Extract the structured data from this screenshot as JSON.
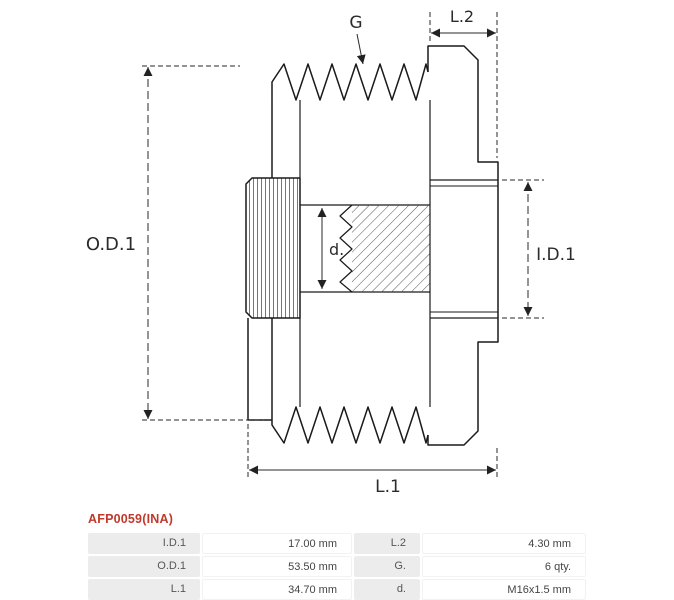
{
  "part": {
    "number": "AFP0059(INA)"
  },
  "drawing": {
    "labels": {
      "g": "G",
      "l2": "L.2",
      "od1": "O.D.1",
      "id1": "I.D.1",
      "d": "d.",
      "l1": "L.1"
    }
  },
  "table": {
    "rows": [
      {
        "label1": "I.D.1",
        "value1": "17.00 mm",
        "label2": "L.2",
        "value2": "4.30 mm"
      },
      {
        "label1": "O.D.1",
        "value1": "53.50 mm",
        "label2": "G.",
        "value2": "6 qty."
      },
      {
        "label1": "L.1",
        "value1": "34.70 mm",
        "label2": "d.",
        "value2": "M16x1.5 mm"
      }
    ]
  },
  "colors": {
    "accent": "#c0392b",
    "line": "#1a1a1a",
    "label_cell_bg": "#ececec"
  }
}
